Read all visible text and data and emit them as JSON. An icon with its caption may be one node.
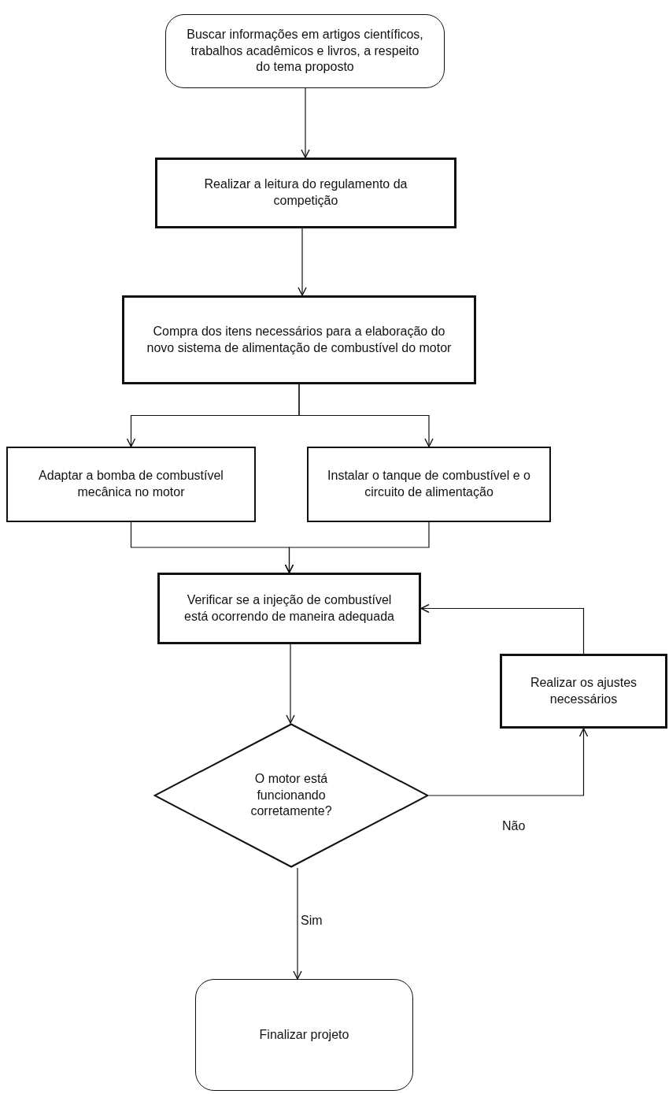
{
  "diagram": {
    "nodes": [
      {
        "text": [
          "Buscar informações em artigos científicos, trabalhos acadêmicos e livros, a respeito do tema proposto"
        ]
      },
      {
        "text": [
          "Realizar a leitura do regulamento da competição"
        ]
      },
      {
        "text": [
          "Compra dos itens necessários para a elaboração do novo sistema de alimentação de combustível do motor"
        ]
      },
      {
        "text": [
          "Adaptar a bomba de combustível mecânica no motor"
        ]
      },
      {
        "text": [
          "Instalar o tanque de combustível e o circuito de alimentação"
        ]
      },
      {
        "text": [
          "Verificar se a injeção de combustível está ocorrendo de maneira adequada"
        ]
      },
      {
        "text": [
          "O motor está funcionando corretamente?"
        ]
      },
      {
        "text": [
          "Realizar os ajustes necessários"
        ]
      },
      {
        "text": [
          "Finalizar projeto"
        ]
      }
    ],
    "edges": [
      {
        "from": 0,
        "to": 1,
        "arrow": "to"
      },
      {
        "from": 1,
        "to": 2,
        "arrow": "to"
      },
      {
        "from": 2,
        "to": 3,
        "arrow": "to"
      },
      {
        "from": 2,
        "to": 4,
        "arrow": "to"
      },
      {
        "from": 3,
        "to": 5,
        "arrow": "to"
      },
      {
        "from": 4,
        "to": 5,
        "arrow": "to"
      },
      {
        "from": 5,
        "to": 6,
        "arrow": "to"
      },
      {
        "from": 6,
        "to": 7,
        "arrow": "to",
        "label": "Não"
      },
      {
        "from": 7,
        "to": 5,
        "arrow": "to"
      },
      {
        "from": 6,
        "to": 8,
        "arrow": "to",
        "label": "Sim"
      }
    ]
  }
}
